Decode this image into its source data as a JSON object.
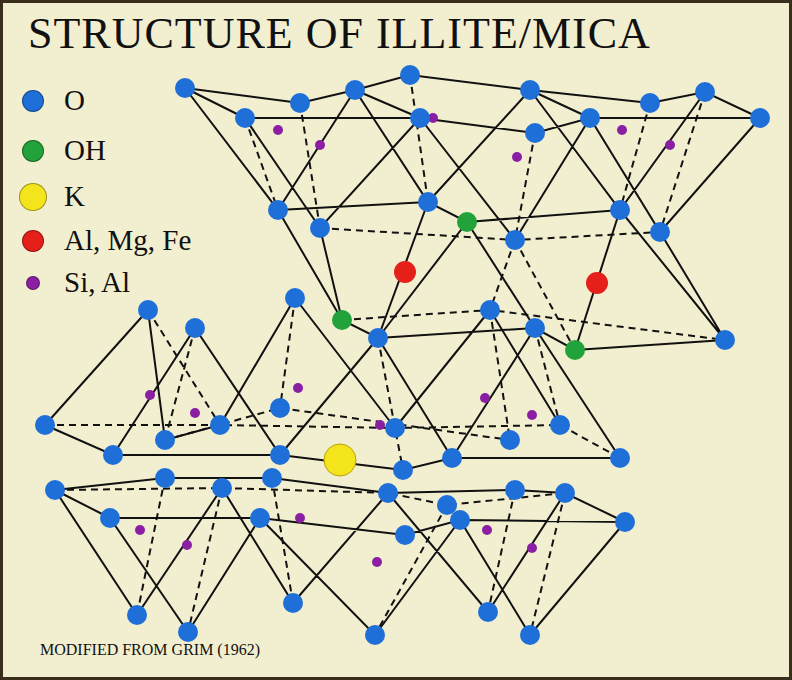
{
  "diagram": {
    "title": "STRUCTURE OF ILLITE/MICA",
    "caption": "MODIFIED FROM GRIM (1962)",
    "legend": [
      {
        "text": "O",
        "color": "#1f6fd8"
      },
      {
        "text": "OH",
        "color": "#22a23a"
      },
      {
        "text": "K",
        "color": "#f4e41c"
      },
      {
        "text": "Al, Mg, Fe",
        "color": "#e5201b"
      },
      {
        "text": "Si, Al",
        "color": "#8b1fa3"
      }
    ]
  }
}
